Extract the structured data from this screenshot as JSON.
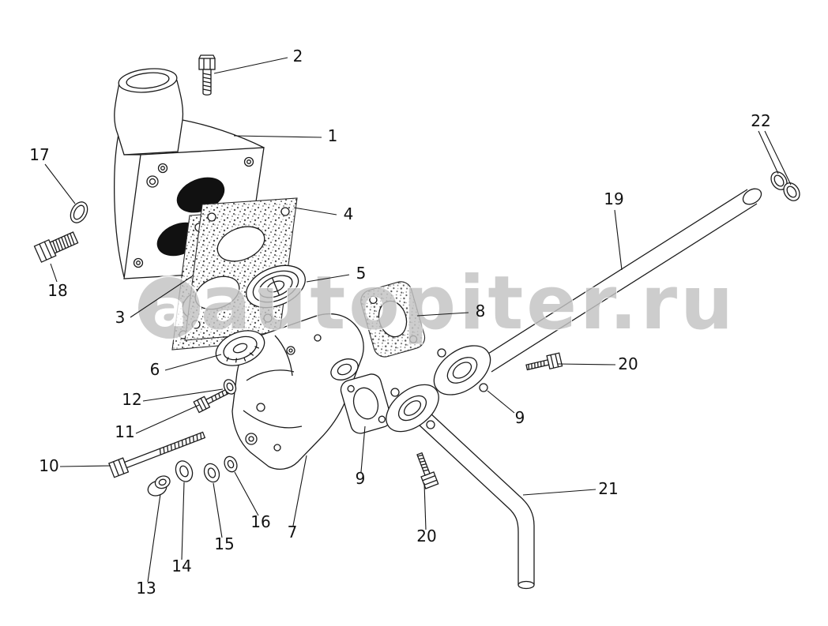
{
  "watermark": {
    "logo_letter": "a",
    "text": "autopiter.ru"
  },
  "callouts": [
    {
      "label": "2"
    },
    {
      "label": "1"
    },
    {
      "label": "17"
    },
    {
      "label": "18"
    },
    {
      "label": "22"
    },
    {
      "label": "4"
    },
    {
      "label": "19"
    },
    {
      "label": "5"
    },
    {
      "label": "8"
    },
    {
      "label": "3"
    },
    {
      "label": "6"
    },
    {
      "label": "20"
    },
    {
      "label": "9"
    },
    {
      "label": "12"
    },
    {
      "label": "11"
    },
    {
      "label": "10"
    },
    {
      "label": "9"
    },
    {
      "label": "21"
    },
    {
      "label": "16"
    },
    {
      "label": "7"
    },
    {
      "label": "15"
    },
    {
      "label": "20"
    },
    {
      "label": "14"
    },
    {
      "label": "13"
    }
  ],
  "colors": {
    "background": "#ffffff",
    "line": "#1b1b1b",
    "watermark": "#c3c3c3"
  }
}
